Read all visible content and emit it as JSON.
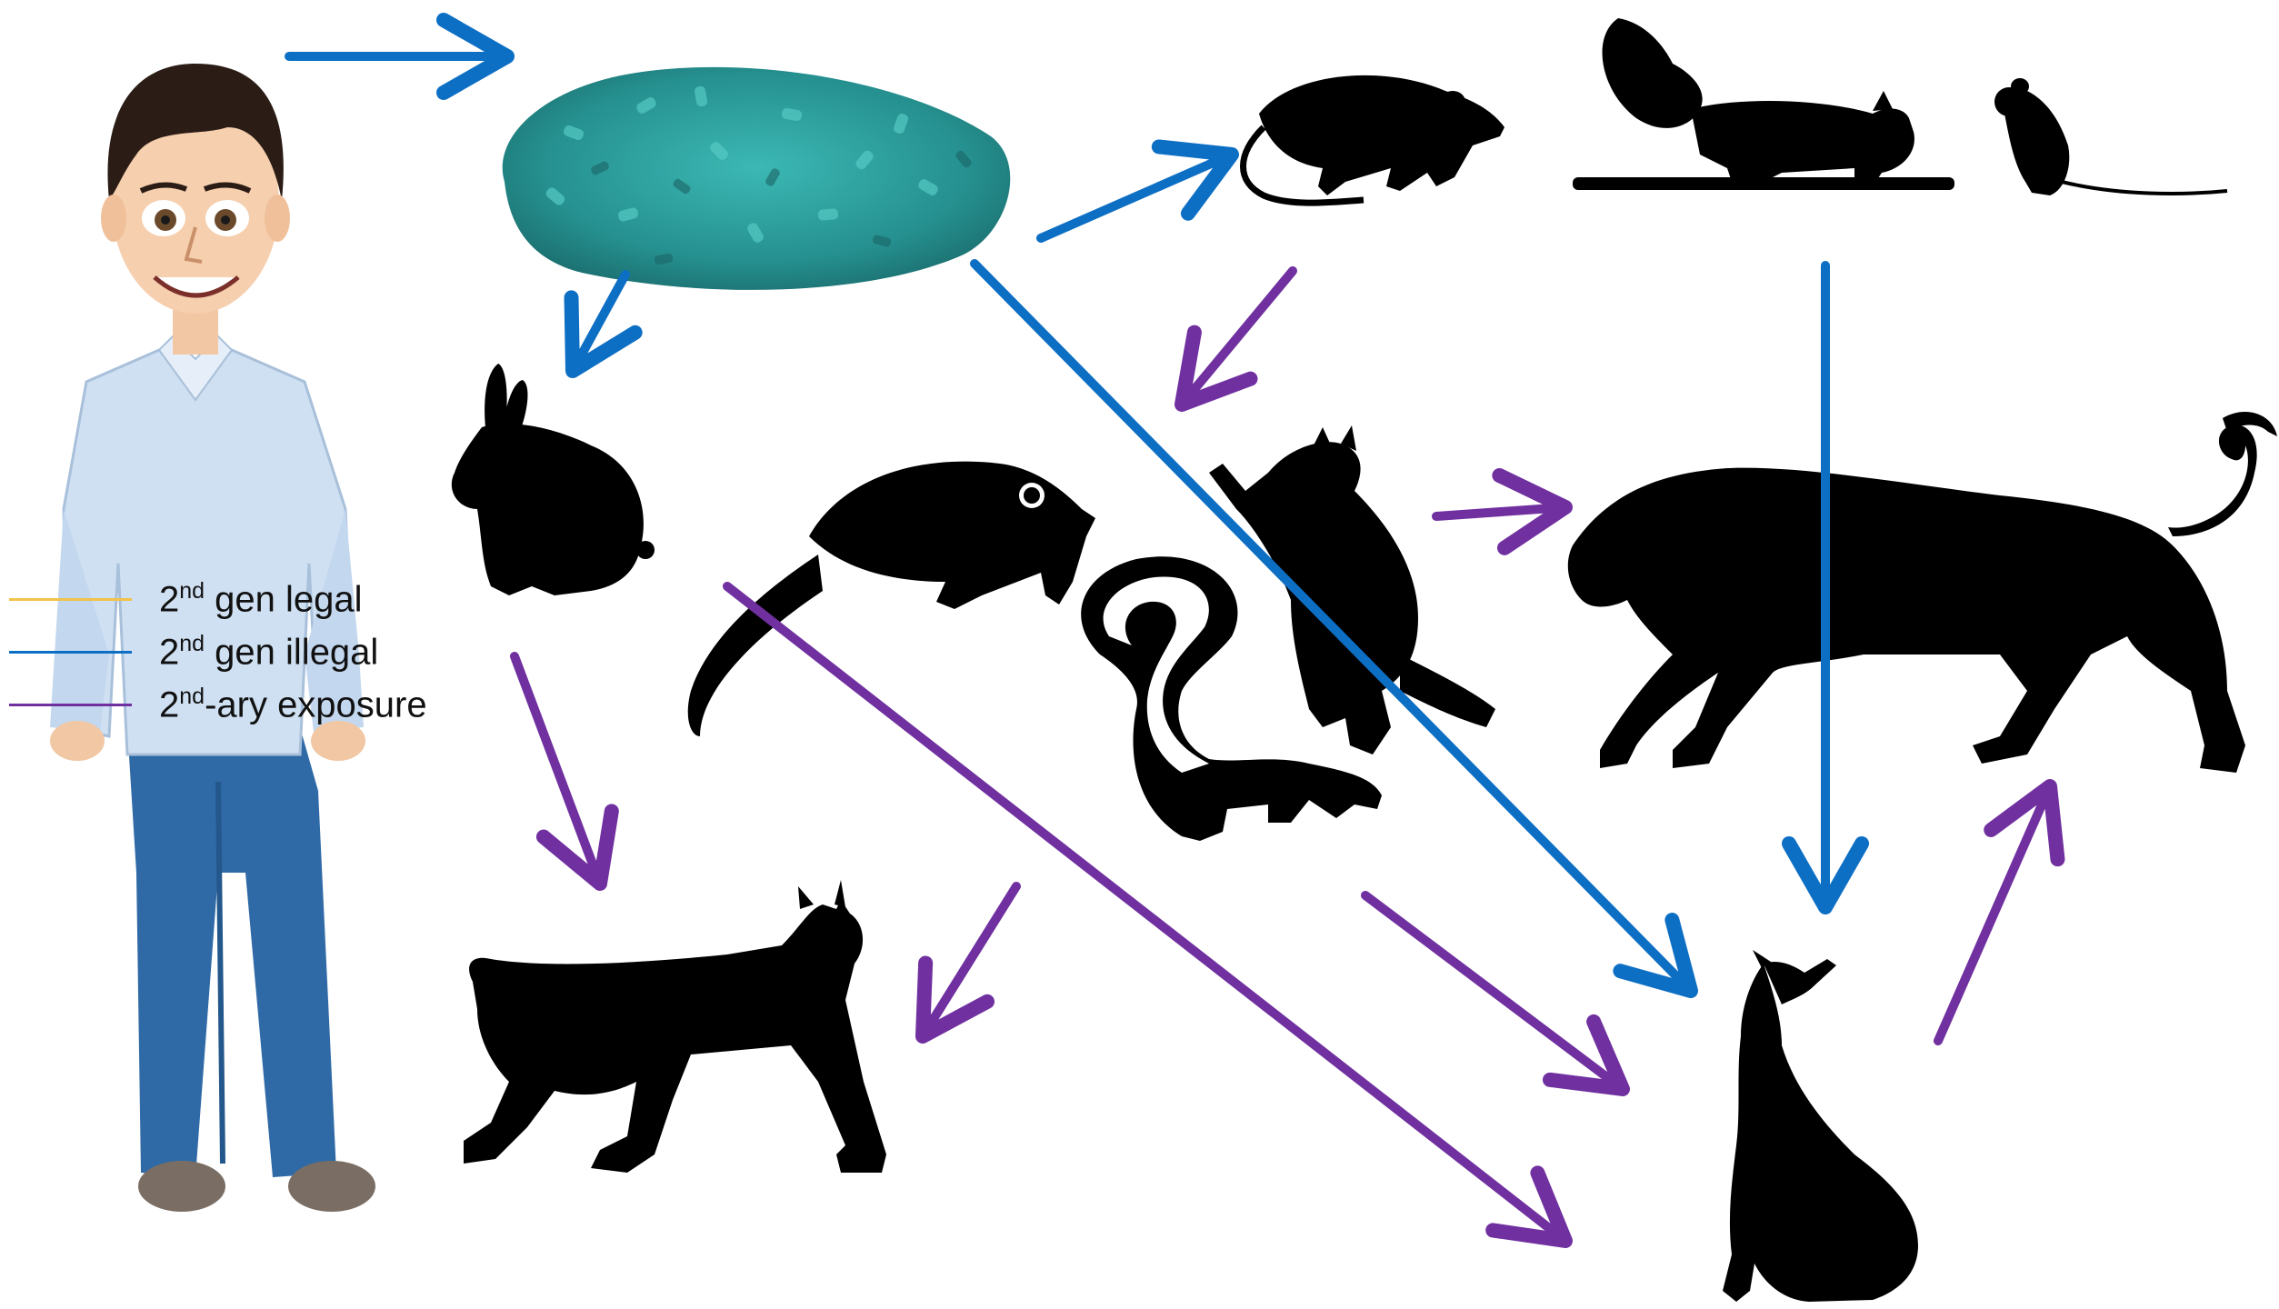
{
  "legend": [
    {
      "id": "legal",
      "prefix": "2",
      "sup": "nd",
      "suffix": " gen legal",
      "color": "#f2c24a"
    },
    {
      "id": "illegal",
      "prefix": "2",
      "sup": "nd",
      "suffix": " gen illegal",
      "color": "#0d6fc4"
    },
    {
      "id": "secondary",
      "prefix": "2",
      "sup": "nd",
      "suffix": "-ary exposure",
      "color": "#7030a0"
    }
  ],
  "colors": {
    "blue_arrow": "#0d6fc4",
    "purple_arrow": "#7030a0",
    "silhouette": "#000000",
    "pellets": "#2a9ea0",
    "shirt": "#cfe0f2",
    "jeans": "#2f6aa6"
  },
  "nodes": [
    "person",
    "rodenticide-pellets",
    "rat",
    "squirrel",
    "mouse",
    "rabbit",
    "opossum",
    "raccoon",
    "skunk",
    "mountain-lion",
    "bobcat",
    "coyote"
  ]
}
